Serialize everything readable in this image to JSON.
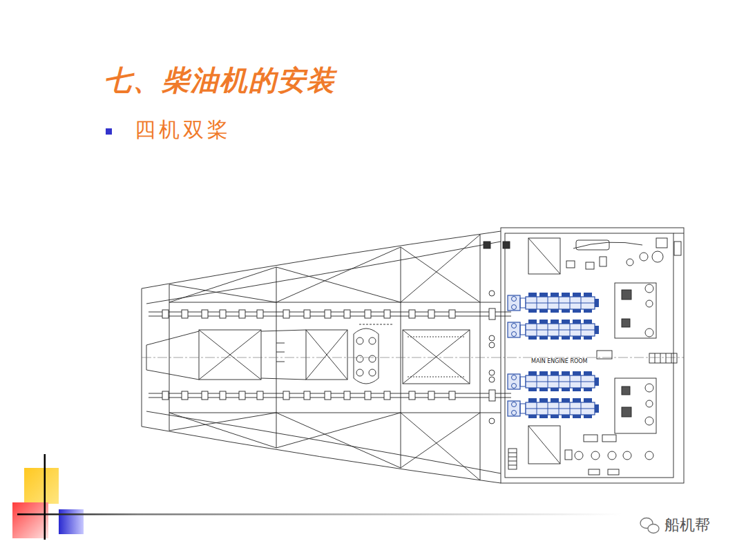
{
  "diagram": {
    "title": "七、柴油机的安装",
    "labels": [
      "四机双桨",
      "MAIN ENGINE ROOM",
      "船机帮"
    ]
  }
}
